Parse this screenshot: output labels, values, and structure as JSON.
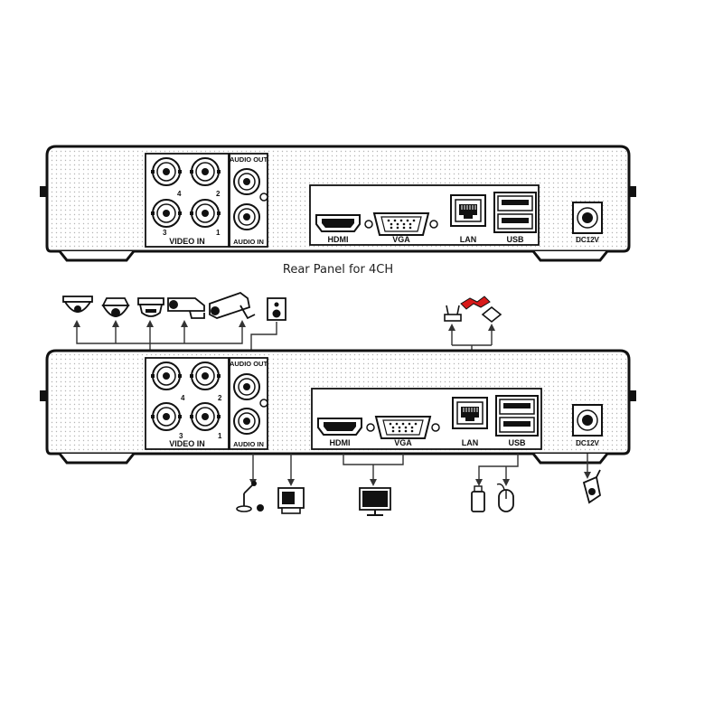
{
  "caption": "Rear Panel for 4CH",
  "panel1": {
    "video_in": "VIDEO IN",
    "audio_out": "AUDIO OUT",
    "audio_in": "AUDIO IN",
    "hdmi": "HDMI",
    "vga": "VGA",
    "lan": "LAN",
    "usb": "USB",
    "dc": "DC12V",
    "bnc_numbers": [
      "4",
      "2",
      "3",
      "1"
    ]
  },
  "panel2": {
    "video_in": "VIDEO IN",
    "audio_out": "AUDIO OUT",
    "audio_in": "AUDIO IN",
    "hdmi": "HDMI",
    "vga": "VGA",
    "lan": "LAN",
    "usb": "USB",
    "dc": "DC12V",
    "bnc_numbers": [
      "4",
      "2",
      "3",
      "1"
    ]
  },
  "icons": {
    "cameras": [
      "dome-camera-icon",
      "eyeball-camera-icon",
      "turret-camera-icon",
      "bullet-camera-icon",
      "bullet-camera-large-icon"
    ],
    "speaker": "speaker-icon",
    "network": [
      "router-icon",
      "internet-cloud-icon",
      "network-switch-icon"
    ],
    "outputs": [
      "microphone-icon",
      "monitor-crt-icon",
      "monitor-lcd-icon",
      "usb-drive-icon",
      "mouse-icon",
      "power-adapter-icon"
    ]
  }
}
